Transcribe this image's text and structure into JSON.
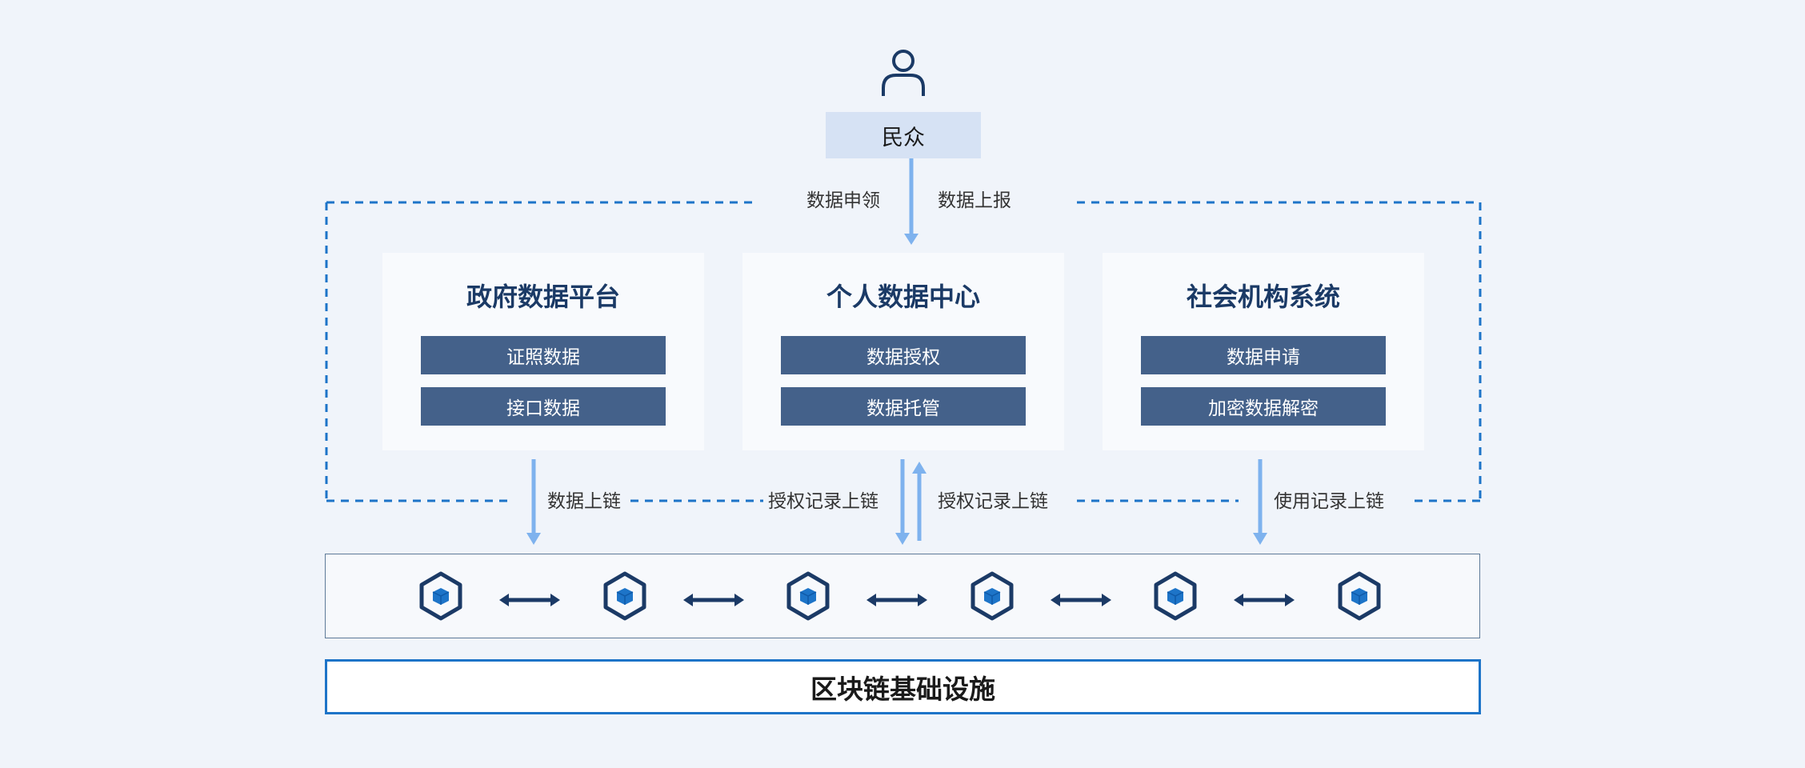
{
  "public": {
    "label": "民众"
  },
  "flow_top": {
    "left_label": "数据申领",
    "right_label": "数据上报"
  },
  "panels": [
    {
      "title": "政府数据平台",
      "items": [
        "证照数据",
        "接口数据"
      ]
    },
    {
      "title": "个人数据中心",
      "items": [
        "数据授权",
        "数据托管"
      ]
    },
    {
      "title": "社会机构系统",
      "items": [
        "数据申请",
        "加密数据解密"
      ]
    }
  ],
  "chain_labels": [
    "数据上链",
    "授权记录上链",
    "授权记录上链",
    "使用记录上链"
  ],
  "infrastructure": {
    "label": "区块链基础设施"
  },
  "icons": {
    "person": "person-icon",
    "node": "block-node-icon",
    "link": "bidirectional-arrow-icon"
  },
  "colors": {
    "background": "#f0f4fa",
    "accent_blue": "#1d74c8",
    "arrow_blue": "#7eb2ee",
    "dark_navy": "#1b3a66",
    "chip": "#44618a",
    "public_box": "#d6e2f4"
  }
}
